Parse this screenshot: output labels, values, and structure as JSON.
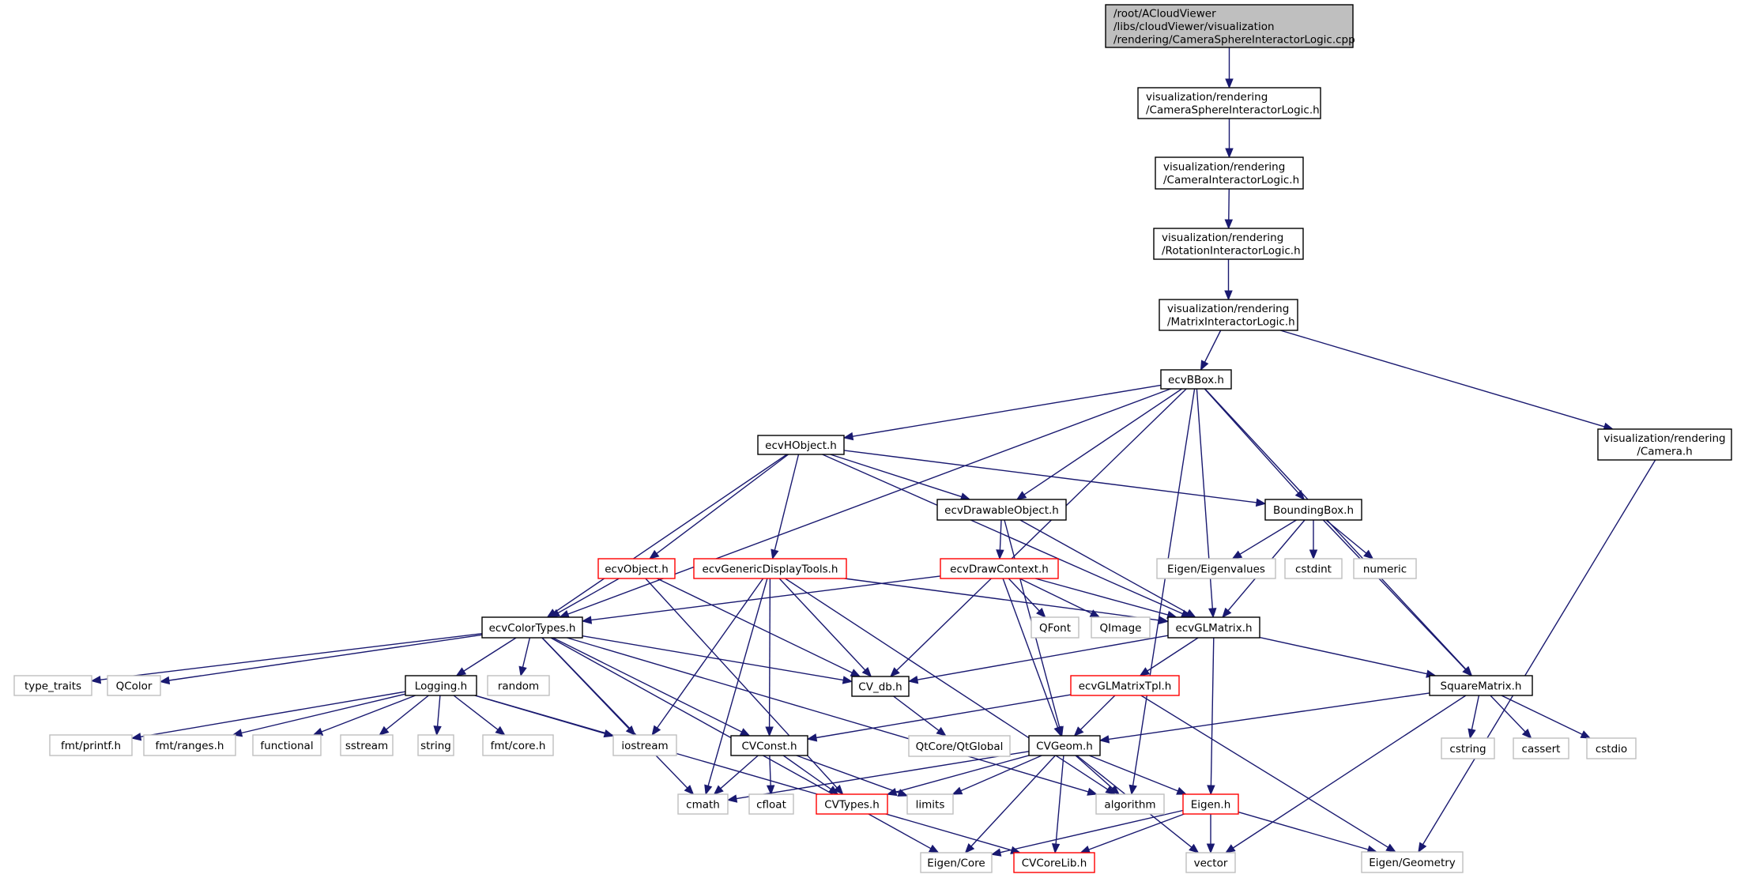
{
  "graph": {
    "title": "Include dependency graph for CameraSphereInteractorLogic.cpp",
    "colors": {
      "edge": "#191970",
      "root_fill": "#bfbfbf",
      "missing_border": "#ff0000",
      "external_border": "#bfbfbf",
      "main_border": "#000000"
    },
    "nodes": [
      {
        "id": "root",
        "kind": "root",
        "lines": [
          "/root/ACloudViewer",
          "/libs/cloudViewer/visualization",
          "/rendering/CameraSphereInteractorLogic.cpp"
        ]
      },
      {
        "id": "csil",
        "kind": "main",
        "lines": [
          "visualization/rendering",
          "/CameraSphereInteractorLogic.h"
        ]
      },
      {
        "id": "cil",
        "kind": "main",
        "lines": [
          "visualization/rendering",
          "/CameraInteractorLogic.h"
        ]
      },
      {
        "id": "ril",
        "kind": "main",
        "lines": [
          "visualization/rendering",
          "/RotationInteractorLogic.h"
        ]
      },
      {
        "id": "mil",
        "kind": "main",
        "lines": [
          "visualization/rendering",
          "/MatrixInteractorLogic.h"
        ]
      },
      {
        "id": "bbox",
        "kind": "main",
        "lines": [
          "ecvBBox.h"
        ]
      },
      {
        "id": "camera",
        "kind": "main",
        "lines": [
          "visualization/rendering",
          "/Camera.h"
        ]
      },
      {
        "id": "hobject",
        "kind": "main",
        "lines": [
          "ecvHObject.h"
        ]
      },
      {
        "id": "drawable",
        "kind": "main",
        "lines": [
          "ecvDrawableObject.h"
        ]
      },
      {
        "id": "boundingbox",
        "kind": "main",
        "lines": [
          "BoundingBox.h"
        ]
      },
      {
        "id": "object",
        "kind": "missing",
        "lines": [
          "ecvObject.h"
        ]
      },
      {
        "id": "gdt",
        "kind": "missing",
        "lines": [
          "ecvGenericDisplayTools.h"
        ]
      },
      {
        "id": "drawctx",
        "kind": "missing",
        "lines": [
          "ecvDrawContext.h"
        ]
      },
      {
        "id": "eigenvalues",
        "kind": "external",
        "lines": [
          "Eigen/Eigenvalues"
        ]
      },
      {
        "id": "cstdint",
        "kind": "external",
        "lines": [
          "cstdint"
        ]
      },
      {
        "id": "numeric",
        "kind": "external",
        "lines": [
          "numeric"
        ]
      },
      {
        "id": "colortypes",
        "kind": "main",
        "lines": [
          "ecvColorTypes.h"
        ]
      },
      {
        "id": "qfont",
        "kind": "external",
        "lines": [
          "QFont"
        ]
      },
      {
        "id": "qimage",
        "kind": "external",
        "lines": [
          "QImage"
        ]
      },
      {
        "id": "glmatrix",
        "kind": "main",
        "lines": [
          "ecvGLMatrix.h"
        ]
      },
      {
        "id": "type_traits",
        "kind": "external",
        "lines": [
          "type_traits"
        ]
      },
      {
        "id": "qcolor",
        "kind": "external",
        "lines": [
          "QColor"
        ]
      },
      {
        "id": "logging",
        "kind": "main",
        "lines": [
          "Logging.h"
        ]
      },
      {
        "id": "random",
        "kind": "external",
        "lines": [
          "random"
        ]
      },
      {
        "id": "cvdb",
        "kind": "main",
        "lines": [
          "CV_db.h"
        ]
      },
      {
        "id": "glmatrixtpl",
        "kind": "missing",
        "lines": [
          "ecvGLMatrixTpl.h"
        ]
      },
      {
        "id": "squarematrix",
        "kind": "main",
        "lines": [
          "SquareMatrix.h"
        ]
      },
      {
        "id": "fmtprintf",
        "kind": "external",
        "lines": [
          "fmt/printf.h"
        ]
      },
      {
        "id": "fmtranges",
        "kind": "external",
        "lines": [
          "fmt/ranges.h"
        ]
      },
      {
        "id": "functional",
        "kind": "external",
        "lines": [
          "functional"
        ]
      },
      {
        "id": "sstream",
        "kind": "external",
        "lines": [
          "sstream"
        ]
      },
      {
        "id": "string",
        "kind": "external",
        "lines": [
          "string"
        ]
      },
      {
        "id": "fmtcore",
        "kind": "external",
        "lines": [
          "fmt/core.h"
        ]
      },
      {
        "id": "iostream",
        "kind": "external",
        "lines": [
          "iostream"
        ]
      },
      {
        "id": "cvconst",
        "kind": "main",
        "lines": [
          "CVConst.h"
        ]
      },
      {
        "id": "qtglobal",
        "kind": "external",
        "lines": [
          "QtCore/QtGlobal"
        ]
      },
      {
        "id": "cvgeom",
        "kind": "main",
        "lines": [
          "CVGeom.h"
        ]
      },
      {
        "id": "cstring",
        "kind": "external",
        "lines": [
          "cstring"
        ]
      },
      {
        "id": "cassert",
        "kind": "external",
        "lines": [
          "cassert"
        ]
      },
      {
        "id": "cstdio",
        "kind": "external",
        "lines": [
          "cstdio"
        ]
      },
      {
        "id": "cmath",
        "kind": "external",
        "lines": [
          "cmath"
        ]
      },
      {
        "id": "cfloat",
        "kind": "external",
        "lines": [
          "cfloat"
        ]
      },
      {
        "id": "cvtypes",
        "kind": "missing",
        "lines": [
          "CVTypes.h"
        ]
      },
      {
        "id": "limits",
        "kind": "external",
        "lines": [
          "limits"
        ]
      },
      {
        "id": "algorithm",
        "kind": "external",
        "lines": [
          "algorithm"
        ]
      },
      {
        "id": "eigen",
        "kind": "missing",
        "lines": [
          "Eigen.h"
        ]
      },
      {
        "id": "eigencore",
        "kind": "external",
        "lines": [
          "Eigen/Core"
        ]
      },
      {
        "id": "cvcorelib",
        "kind": "missing",
        "lines": [
          "CVCoreLib.h"
        ]
      },
      {
        "id": "vector",
        "kind": "external",
        "lines": [
          "vector"
        ]
      },
      {
        "id": "eigengeometry",
        "kind": "external",
        "lines": [
          "Eigen/Geometry"
        ]
      }
    ],
    "edges": [
      [
        "root",
        "csil"
      ],
      [
        "csil",
        "cil"
      ],
      [
        "cil",
        "ril"
      ],
      [
        "ril",
        "mil"
      ],
      [
        "mil",
        "bbox"
      ],
      [
        "mil",
        "camera"
      ],
      [
        "camera",
        "eigengeometry"
      ],
      [
        "bbox",
        "hobject"
      ],
      [
        "bbox",
        "colortypes"
      ],
      [
        "bbox",
        "cvdb"
      ],
      [
        "bbox",
        "drawable"
      ],
      [
        "bbox",
        "boundingbox"
      ],
      [
        "bbox",
        "glmatrix"
      ],
      [
        "bbox",
        "squarematrix"
      ],
      [
        "bbox",
        "algorithm"
      ],
      [
        "hobject",
        "colortypes"
      ],
      [
        "hobject",
        "object"
      ],
      [
        "hobject",
        "gdt"
      ],
      [
        "hobject",
        "drawable"
      ],
      [
        "hobject",
        "boundingbox"
      ],
      [
        "hobject",
        "glmatrix"
      ],
      [
        "drawable",
        "drawctx"
      ],
      [
        "drawable",
        "glmatrix"
      ],
      [
        "drawable",
        "cvgeom"
      ],
      [
        "boundingbox",
        "eigenvalues"
      ],
      [
        "boundingbox",
        "cstdint"
      ],
      [
        "boundingbox",
        "numeric"
      ],
      [
        "boundingbox",
        "squarematrix"
      ],
      [
        "boundingbox",
        "glmatrix"
      ],
      [
        "object",
        "colortypes"
      ],
      [
        "object",
        "cvdb"
      ],
      [
        "object",
        "cvtypes"
      ],
      [
        "gdt",
        "glmatrix"
      ],
      [
        "gdt",
        "cvdb"
      ],
      [
        "gdt",
        "cvconst"
      ],
      [
        "gdt",
        "iostream"
      ],
      [
        "gdt",
        "cmath"
      ],
      [
        "gdt",
        "algorithm"
      ],
      [
        "drawctx",
        "colortypes"
      ],
      [
        "drawctx",
        "qfont"
      ],
      [
        "drawctx",
        "qimage"
      ],
      [
        "drawctx",
        "glmatrix"
      ],
      [
        "drawctx",
        "cvgeom"
      ],
      [
        "colortypes",
        "type_traits"
      ],
      [
        "colortypes",
        "qcolor"
      ],
      [
        "colortypes",
        "logging"
      ],
      [
        "colortypes",
        "random"
      ],
      [
        "colortypes",
        "cvdb"
      ],
      [
        "colortypes",
        "iostream"
      ],
      [
        "colortypes",
        "cvconst"
      ],
      [
        "colortypes",
        "algorithm"
      ],
      [
        "colortypes",
        "cmath"
      ],
      [
        "colortypes",
        "eigencore"
      ],
      [
        "logging",
        "fmtprintf"
      ],
      [
        "logging",
        "fmtranges"
      ],
      [
        "logging",
        "functional"
      ],
      [
        "logging",
        "sstream"
      ],
      [
        "logging",
        "string"
      ],
      [
        "logging",
        "fmtcore"
      ],
      [
        "logging",
        "iostream"
      ],
      [
        "logging",
        "cvcorelib"
      ],
      [
        "glmatrix",
        "cvdb"
      ],
      [
        "glmatrix",
        "glmatrixtpl"
      ],
      [
        "glmatrix",
        "squarematrix"
      ],
      [
        "glmatrix",
        "eigen"
      ],
      [
        "cvdb",
        "qtglobal"
      ],
      [
        "glmatrixtpl",
        "cvconst"
      ],
      [
        "glmatrixtpl",
        "cvgeom"
      ],
      [
        "glmatrixtpl",
        "eigengeometry"
      ],
      [
        "squarematrix",
        "cvgeom"
      ],
      [
        "squarematrix",
        "cstring"
      ],
      [
        "squarematrix",
        "cassert"
      ],
      [
        "squarematrix",
        "cstdio"
      ],
      [
        "squarematrix",
        "vector"
      ],
      [
        "cvconst",
        "cmath"
      ],
      [
        "cvconst",
        "cfloat"
      ],
      [
        "cvconst",
        "cvtypes"
      ],
      [
        "cvconst",
        "limits"
      ],
      [
        "cvgeom",
        "cmath"
      ],
      [
        "cvgeom",
        "cvtypes"
      ],
      [
        "cvgeom",
        "limits"
      ],
      [
        "cvgeom",
        "algorithm"
      ],
      [
        "cvgeom",
        "eigen"
      ],
      [
        "cvgeom",
        "eigencore"
      ],
      [
        "cvgeom",
        "cvcorelib"
      ],
      [
        "cvgeom",
        "vector"
      ],
      [
        "eigen",
        "eigencore"
      ],
      [
        "eigen",
        "cvcorelib"
      ],
      [
        "eigen",
        "vector"
      ],
      [
        "eigen",
        "eigengeometry"
      ]
    ]
  }
}
